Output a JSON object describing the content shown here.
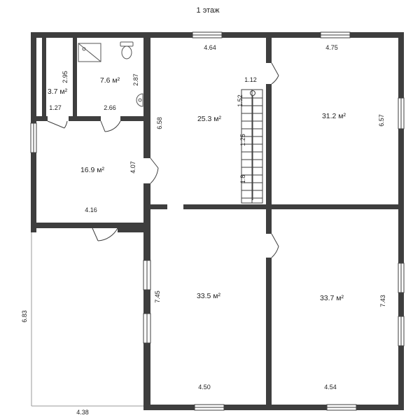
{
  "title": "1 этаж",
  "colors": {
    "wall": "#3e3e3e",
    "window": "#ffffff",
    "background": "#ffffff"
  },
  "rooms": [
    {
      "id": "storage-room",
      "area": "3.7 м²"
    },
    {
      "id": "bathroom",
      "area": "7.6 м²"
    },
    {
      "id": "hall-left",
      "area": "16.9 м²"
    },
    {
      "id": "stair-room",
      "area": "25.3 м²"
    },
    {
      "id": "room-top-right",
      "area": "31.2 м²"
    },
    {
      "id": "room-bottom-middle",
      "area": "33.5 м²"
    },
    {
      "id": "room-bottom-right",
      "area": "33.7 м²"
    }
  ],
  "dimensions": {
    "d_2_95": "2.95",
    "d_1_27": "1.27",
    "d_2_87": "2.87",
    "d_2_66": "2.66",
    "d_6_58": "6.58",
    "d_4_07": "4.07",
    "d_4_16": "4.16",
    "d_4_64": "4.64",
    "d_1_12": "1.12",
    "d_1_52": "1.52",
    "d_1_25": "1.25",
    "d_1_8": "1.8",
    "d_4_75": "4.75",
    "d_6_57": "6.57",
    "d_7_45": "7.45",
    "d_4_50": "4.50",
    "d_7_43": "7.43",
    "d_4_54": "4.54",
    "d_6_83": "6.83",
    "d_4_38": "4.38"
  }
}
